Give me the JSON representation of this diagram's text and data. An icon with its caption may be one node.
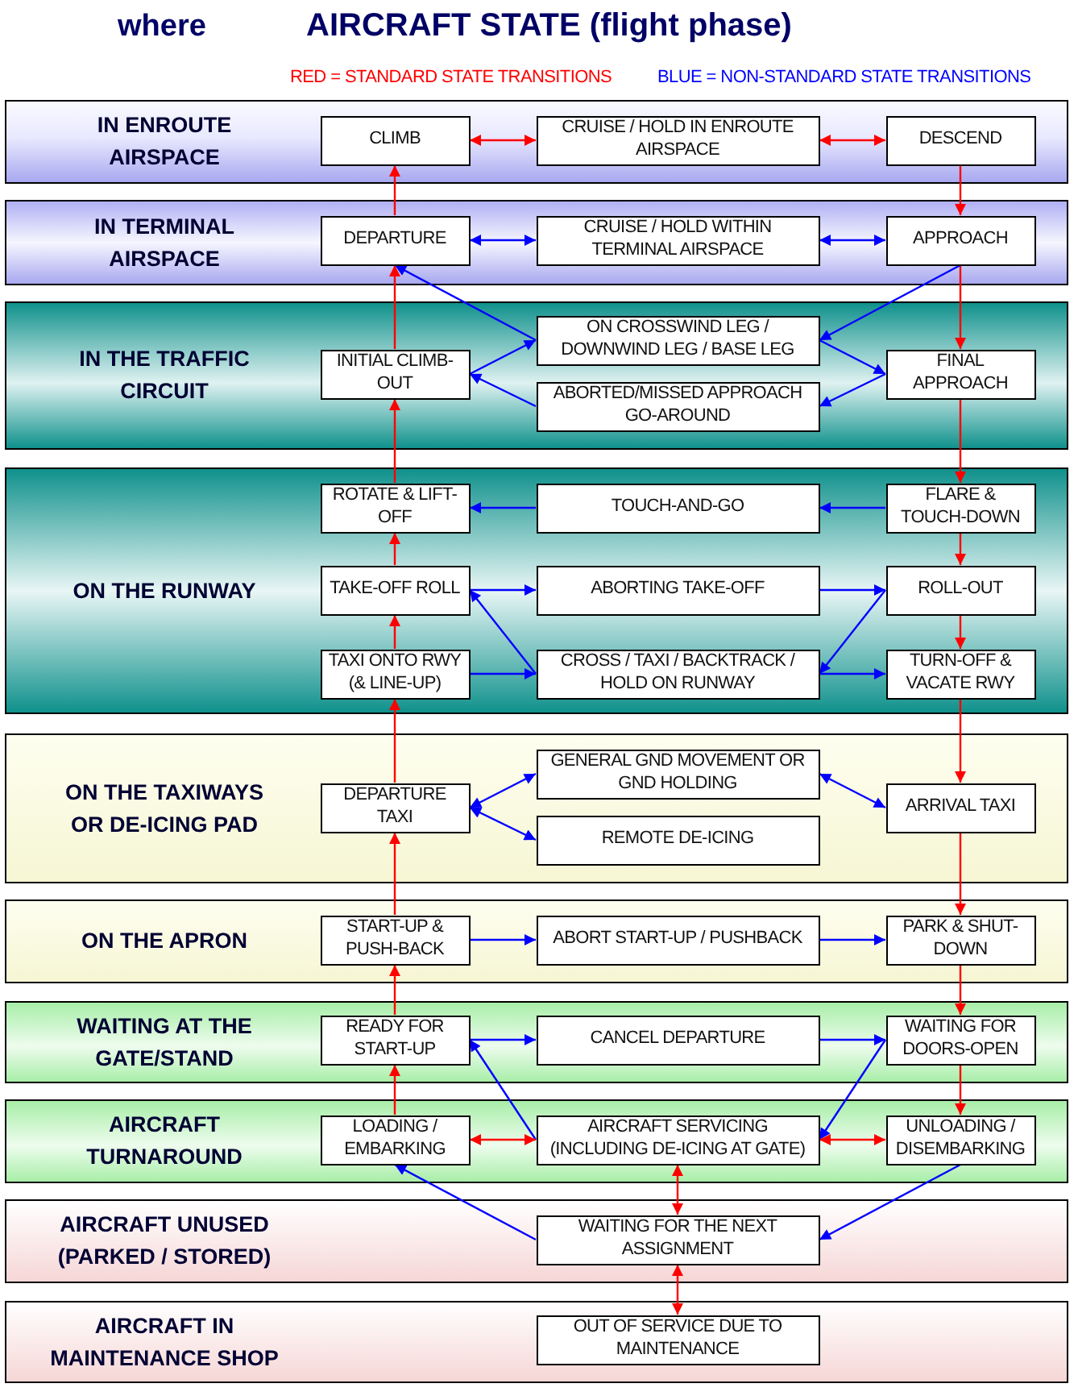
{
  "diagram": {
    "title": "AIRCRAFT STATE (flight phase)",
    "nodes": [
      {
        "text": [
          "IN ENROUTE AIRSPACE"
        ]
      },
      {
        "text": [
          "CLIMB"
        ],
        "in": 0
      },
      {
        "text": [
          "CRUISE / HOLD IN ENROUTE AIRSPACE"
        ],
        "in": 0
      },
      {
        "text": [
          "DESCEND"
        ],
        "in": 0
      },
      {
        "text": [
          "IN TERMINAL AIRSPACE"
        ]
      },
      {
        "text": [
          "DEPARTURE"
        ],
        "in": 4
      },
      {
        "text": [
          "CRUISE / HOLD WITHIN TERMINAL AIRSPACE"
        ],
        "in": 4
      },
      {
        "text": [
          "APPROACH"
        ],
        "in": 4
      },
      {
        "text": [
          "IN THE TRAFFIC CIRCUIT"
        ]
      },
      {
        "text": [
          "ON CROSSWIND LEG / DOWNWIND LEG / BASE LEG"
        ],
        "in": 8
      },
      {
        "text": [
          "INITIAL CLIMB-OUT"
        ],
        "in": 8
      },
      {
        "text": [
          "FINAL APPROACH"
        ],
        "in": 8
      },
      {
        "text": [
          "ABORTED/MISSED APPROACH GO-AROUND"
        ],
        "in": 8
      },
      {
        "text": [
          "ON THE RUNWAY"
        ]
      },
      {
        "text": [
          "ROTATE & LIFT-OFF"
        ],
        "in": 13
      },
      {
        "text": [
          "TOUCH-AND-GO"
        ],
        "in": 13
      },
      {
        "text": [
          "FLARE & TOUCH-DOWN"
        ],
        "in": 13
      },
      {
        "text": [
          "TAKE-OFF ROLL"
        ],
        "in": 13
      },
      {
        "text": [
          "ABORTING TAKE-OFF"
        ],
        "in": 13
      },
      {
        "text": [
          "ROLL-OUT"
        ],
        "in": 13
      },
      {
        "text": [
          "TAXI ONTO RWY (& LINE-UP)"
        ],
        "in": 13
      },
      {
        "text": [
          "CROSS / TAXI / BACKTRACK / HOLD ON RUNWAY"
        ],
        "in": 13
      },
      {
        "text": [
          "TURN-OFF & VACATE RWY"
        ],
        "in": 13
      },
      {
        "text": [
          "ON THE TAXIWAYS OR DE-ICING PAD"
        ]
      },
      {
        "text": [
          "GENERAL GND MOVEMENT OR GND HOLDING"
        ],
        "in": 23
      },
      {
        "text": [
          "DEPARTURE TAXI"
        ],
        "in": 23
      },
      {
        "text": [
          "ARRIVAL TAXI"
        ],
        "in": 23
      },
      {
        "text": [
          "REMOTE DE-ICING"
        ],
        "in": 23
      },
      {
        "text": [
          "ON THE APRON"
        ]
      },
      {
        "text": [
          "START-UP & PUSH-BACK"
        ],
        "in": 28
      },
      {
        "text": [
          "ABORT START-UP / PUSHBACK"
        ],
        "in": 28
      },
      {
        "text": [
          "PARK & SHUT-DOWN"
        ],
        "in": 28
      },
      {
        "text": [
          "WAITING AT THE GATE/STAND"
        ]
      },
      {
        "text": [
          "READY FOR START-UP"
        ],
        "in": 32
      },
      {
        "text": [
          "CANCEL DEPARTURE"
        ],
        "in": 32
      },
      {
        "text": [
          "WAITING FOR DOORS-OPEN"
        ],
        "in": 32
      },
      {
        "text": [
          "AIRCRAFT TURNAROUND"
        ]
      },
      {
        "text": [
          "LOADING / EMBARKING"
        ],
        "in": 36
      },
      {
        "text": [
          "AIRCRAFT SERVICING (INCLUDING DE-ICING AT GATE)"
        ],
        "in": 36
      },
      {
        "text": [
          "UNLOADING / DISEMBARKING"
        ],
        "in": 36
      },
      {
        "text": [
          "AIRCRAFT UNUSED (PARKED / STORED)"
        ]
      },
      {
        "text": [
          "WAITING FOR THE NEXT ASSIGNMENT"
        ],
        "in": 40
      },
      {
        "text": [
          "AIRCRAFT IN MAINTENANCE SHOP"
        ]
      },
      {
        "text": [
          "OUT OF SERVICE DUE TO MAINTENANCE"
        ],
        "in": 42
      }
    ],
    "edges": [
      {
        "from": 1,
        "to": 2,
        "arrow": "both",
        "color": "#ff0000"
      },
      {
        "from": 2,
        "to": 3,
        "arrow": "both",
        "color": "#ff0000"
      },
      {
        "from": 3,
        "to": 7,
        "arrow": "to",
        "color": "#ff0000"
      },
      {
        "from": 5,
        "to": 1,
        "arrow": "to",
        "color": "#ff0000"
      },
      {
        "from": 5,
        "to": 6,
        "arrow": "both"
      },
      {
        "from": 6,
        "to": 7,
        "arrow": "both"
      },
      {
        "from": 7,
        "to": 11,
        "arrow": "to",
        "color": "#ff0000"
      },
      {
        "from": 7,
        "to": 9,
        "arrow": "to"
      },
      {
        "from": 9,
        "to": 5,
        "arrow": "to"
      },
      {
        "from": 10,
        "to": 5,
        "arrow": "to",
        "color": "#ff0000"
      },
      {
        "from": 10,
        "to": 9,
        "arrow": "to"
      },
      {
        "from": 9,
        "to": 11,
        "arrow": "to"
      },
      {
        "from": 11,
        "to": 12,
        "arrow": "to"
      },
      {
        "from": 12,
        "to": 10,
        "arrow": "to"
      },
      {
        "from": 11,
        "to": 16,
        "arrow": "to",
        "color": "#ff0000"
      },
      {
        "from": 14,
        "to": 10,
        "arrow": "to",
        "color": "#ff0000"
      },
      {
        "from": 16,
        "to": 15,
        "arrow": "to"
      },
      {
        "from": 15,
        "to": 14,
        "arrow": "to"
      },
      {
        "from": 17,
        "to": 14,
        "arrow": "to",
        "color": "#ff0000"
      },
      {
        "from": 16,
        "to": 19,
        "arrow": "to",
        "color": "#ff0000"
      },
      {
        "from": 17,
        "to": 18,
        "arrow": "to"
      },
      {
        "from": 18,
        "to": 19,
        "arrow": "to"
      },
      {
        "from": 21,
        "to": 17,
        "arrow": "to"
      },
      {
        "from": 19,
        "to": 21,
        "arrow": "to"
      },
      {
        "from": 20,
        "to": 17,
        "arrow": "to",
        "color": "#ff0000"
      },
      {
        "from": 19,
        "to": 22,
        "arrow": "to",
        "color": "#ff0000"
      },
      {
        "from": 20,
        "to": 21,
        "arrow": "to"
      },
      {
        "from": 21,
        "to": 22,
        "arrow": "to"
      },
      {
        "from": 25,
        "to": 20,
        "arrow": "to",
        "color": "#ff0000"
      },
      {
        "from": 22,
        "to": 26,
        "arrow": "to",
        "color": "#ff0000"
      },
      {
        "from": 24,
        "to": 25,
        "arrow": "both"
      },
      {
        "from": 27,
        "to": 25,
        "arrow": "both"
      },
      {
        "from": 24,
        "to": 26,
        "arrow": "both"
      },
      {
        "from": 29,
        "to": 25,
        "arrow": "to",
        "color": "#ff0000"
      },
      {
        "from": 26,
        "to": 31,
        "arrow": "to",
        "color": "#ff0000"
      },
      {
        "from": 29,
        "to": 30,
        "arrow": "to"
      },
      {
        "from": 30,
        "to": 31,
        "arrow": "to"
      },
      {
        "from": 33,
        "to": 29,
        "arrow": "to",
        "color": "#ff0000"
      },
      {
        "from": 31,
        "to": 35,
        "arrow": "to",
        "color": "#ff0000"
      },
      {
        "from": 33,
        "to": 34,
        "arrow": "to"
      },
      {
        "from": 34,
        "to": 35,
        "arrow": "to"
      },
      {
        "from": 38,
        "to": 33,
        "arrow": "to"
      },
      {
        "from": 35,
        "to": 38,
        "arrow": "to"
      },
      {
        "from": 37,
        "to": 33,
        "arrow": "to",
        "color": "#ff0000"
      },
      {
        "from": 35,
        "to": 39,
        "arrow": "to",
        "color": "#ff0000"
      },
      {
        "from": 37,
        "to": 38,
        "arrow": "both",
        "color": "#ff0000"
      },
      {
        "from": 38,
        "to": 39,
        "arrow": "both",
        "color": "#ff0000"
      },
      {
        "from": 38,
        "to": 41,
        "arrow": "both",
        "color": "#ff0000"
      },
      {
        "from": 41,
        "to": 37,
        "arrow": "to"
      },
      {
        "from": 39,
        "to": 41,
        "arrow": "to"
      },
      {
        "from": 41,
        "to": 43,
        "arrow": "both",
        "color": "#ff0000"
      }
    ],
    "labels": [
      "where"
    ],
    "legend": [
      {
        "text": "RED = STANDARD STATE TRANSITIONS",
        "color": "#ff0000"
      },
      {
        "text": "BLUE = NON-STANDARD STATE TRANSITIONS",
        "color": "#0000ff"
      }
    ]
  }
}
